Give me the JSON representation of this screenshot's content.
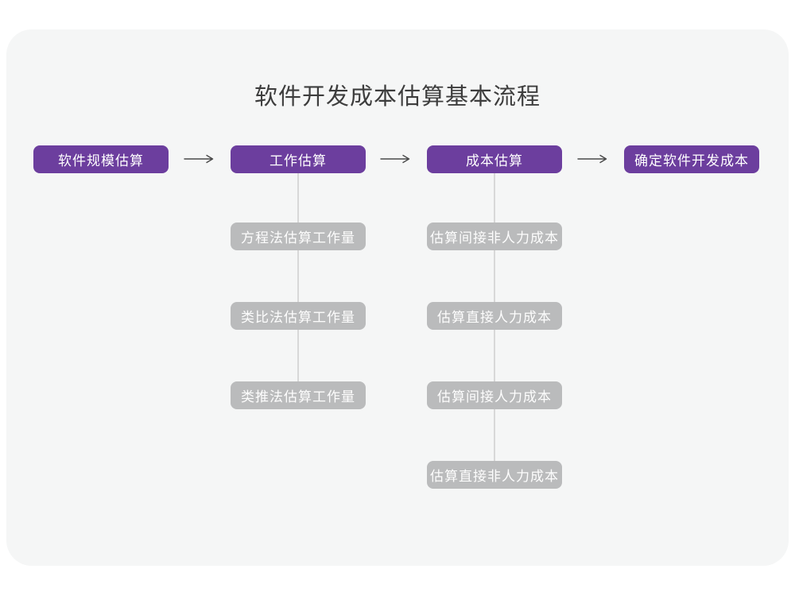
{
  "title": "软件开发成本估算基本流程",
  "colors": {
    "card_bg": "#f5f6f6",
    "node_purple": "#6c3e9e",
    "node_gray": "#babbbc",
    "connector": "#d8d8d8",
    "arrow": "#4a4a4a",
    "title_text": "#3d3d3d",
    "node_text": "#ffffff"
  },
  "flow": {
    "nodes": [
      {
        "label": "软件规模估算"
      },
      {
        "label": "工作估算"
      },
      {
        "label": "成本估算"
      },
      {
        "label": "确定软件开发成本"
      }
    ]
  },
  "work_estimation_methods": {
    "parent": "工作估算",
    "items": [
      {
        "label": "方程法估算工作量"
      },
      {
        "label": "类比法估算工作量"
      },
      {
        "label": "类推法估算工作量"
      }
    ]
  },
  "cost_estimation_methods": {
    "parent": "成本估算",
    "items": [
      {
        "label": "估算间接非人力成本"
      },
      {
        "label": "估算直接人力成本"
      },
      {
        "label": "估算间接人力成本"
      },
      {
        "label": "估算直接非人力成本"
      }
    ]
  }
}
